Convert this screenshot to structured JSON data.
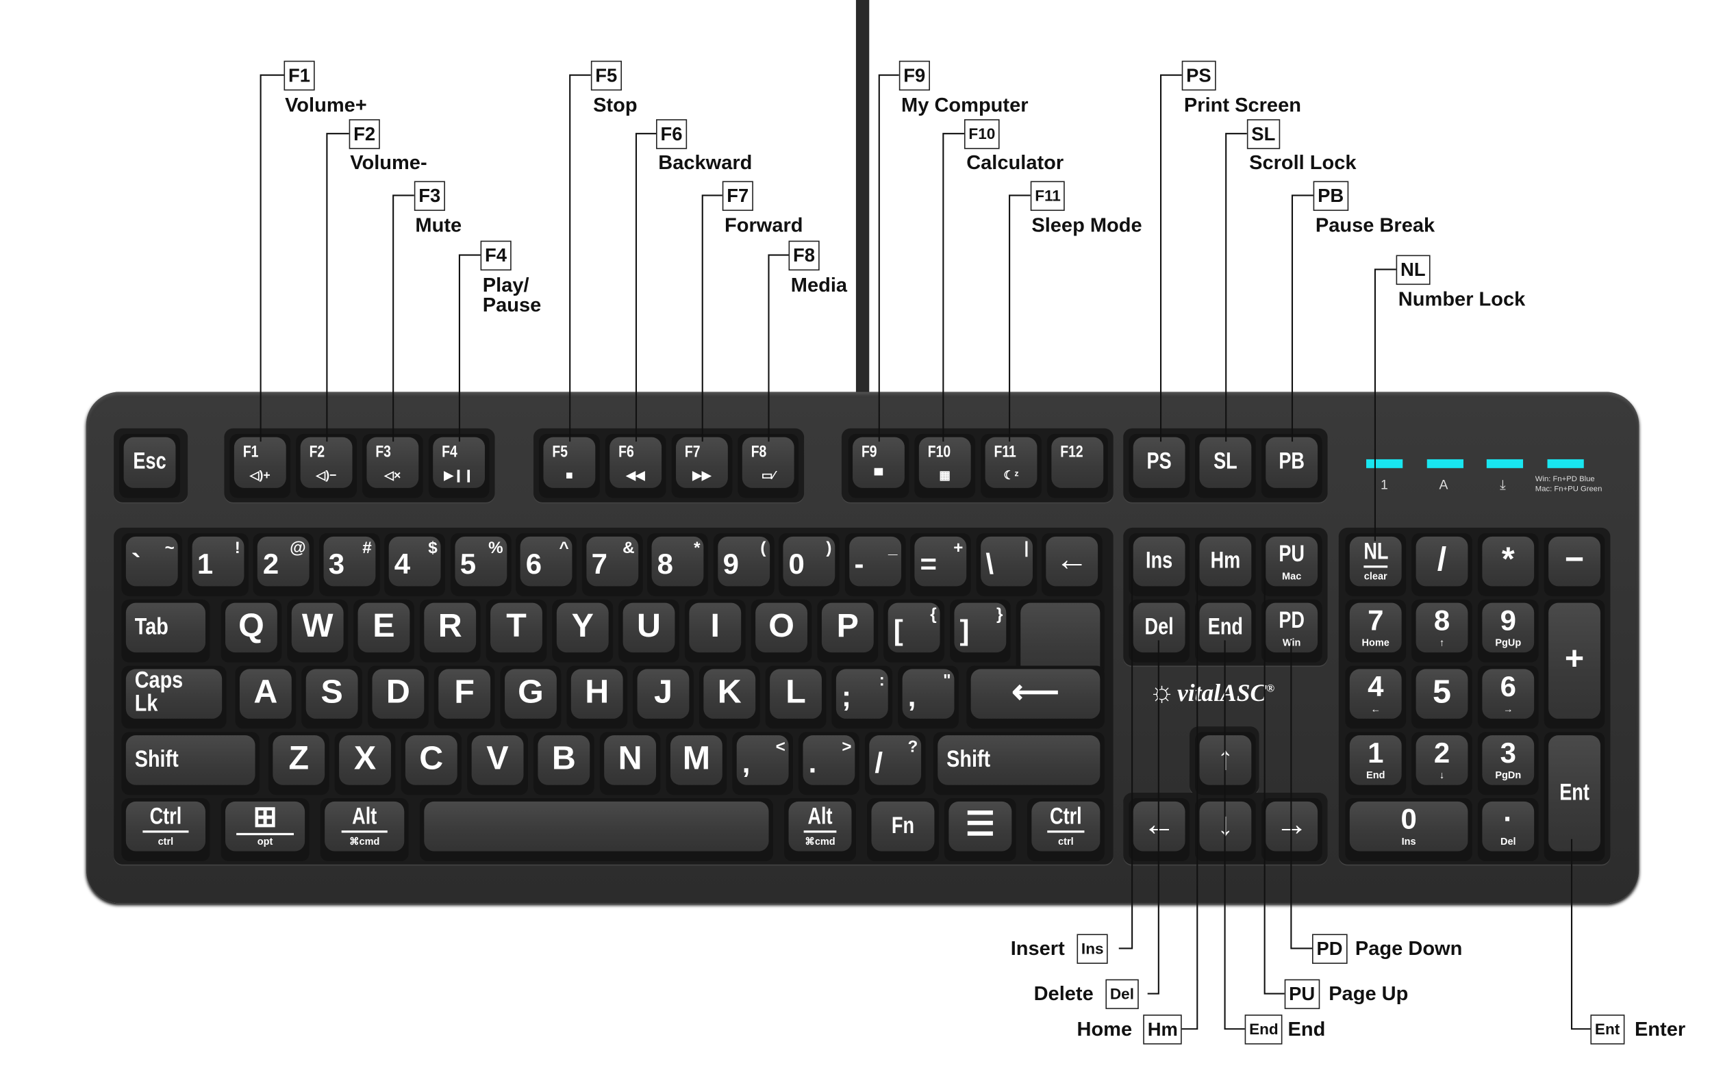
{
  "keyboard": {
    "brand": "vitalASC",
    "brand_mark": "®",
    "indicators": {
      "color": "#19e6f0",
      "labels": [
        "1",
        "A",
        "⤓"
      ],
      "note_lines": [
        "Win: Fn+PD Blue",
        "Mac: Fn+PU Green"
      ]
    },
    "rows": {
      "fn": [
        {
          "main": "Esc"
        },
        {
          "main": "F1",
          "sub": "◁)+",
          "icon": "volume-up-icon"
        },
        {
          "main": "F2",
          "sub": "◁)−",
          "icon": "volume-down-icon"
        },
        {
          "main": "F3",
          "sub": "◁×",
          "icon": "mute-icon"
        },
        {
          "main": "F4",
          "sub": "▶❙❙",
          "icon": "play-pause-icon"
        },
        {
          "main": "F5",
          "sub": "■",
          "icon": "stop-icon"
        },
        {
          "main": "F6",
          "sub": "◀◀",
          "icon": "previous-track-icon"
        },
        {
          "main": "F7",
          "sub": "▶▶",
          "icon": "next-track-icon"
        },
        {
          "main": "F8",
          "sub": "▭⁄",
          "icon": "media-icon"
        },
        {
          "main": "F9",
          "sub": "▀",
          "icon": "computer-icon"
        },
        {
          "main": "F10",
          "sub": "▦",
          "icon": "calculator-icon"
        },
        {
          "main": "F11",
          "sub": "☾ᶻ",
          "icon": "sleep-icon"
        },
        {
          "main": "F12"
        },
        {
          "main": "PS"
        },
        {
          "main": "SL"
        },
        {
          "main": "PB"
        }
      ],
      "num": [
        {
          "main": "`",
          "alt": "~"
        },
        {
          "main": "1",
          "alt": "!"
        },
        {
          "main": "2",
          "alt": "@"
        },
        {
          "main": "3",
          "alt": "#"
        },
        {
          "main": "4",
          "alt": "$"
        },
        {
          "main": "5",
          "alt": "%"
        },
        {
          "main": "6",
          "alt": "^"
        },
        {
          "main": "7",
          "alt": "&"
        },
        {
          "main": "8",
          "alt": "*"
        },
        {
          "main": "9",
          "alt": "("
        },
        {
          "main": "0",
          "alt": ")"
        },
        {
          "main": "-",
          "alt": "_"
        },
        {
          "main": "=",
          "alt": "+"
        },
        {
          "main": "\\",
          "alt": "|"
        },
        {
          "main": "←"
        },
        {
          "main": "Ins"
        },
        {
          "main": "Hm"
        },
        {
          "main": "PU",
          "sub": "Mac"
        },
        {
          "main": "NL",
          "sub": "clear"
        },
        {
          "main": "/"
        },
        {
          "main": "*"
        },
        {
          "main": "−"
        }
      ],
      "top": [
        {
          "main": "Tab"
        },
        {
          "main": "Q"
        },
        {
          "main": "W"
        },
        {
          "main": "E"
        },
        {
          "main": "R"
        },
        {
          "main": "T"
        },
        {
          "main": "Y"
        },
        {
          "main": "U"
        },
        {
          "main": "I"
        },
        {
          "main": "O"
        },
        {
          "main": "P"
        },
        {
          "main": "[",
          "alt": "{"
        },
        {
          "main": "]",
          "alt": "}"
        },
        {
          "main": "Del"
        },
        {
          "main": "End"
        },
        {
          "main": "PD",
          "sub": "Win"
        },
        {
          "main": "7",
          "sub": "Home"
        },
        {
          "main": "8",
          "sub": "↑"
        },
        {
          "main": "9",
          "sub": "PgUp"
        },
        {
          "main": "+"
        }
      ],
      "home": [
        {
          "main": "Caps Lk"
        },
        {
          "main": "A"
        },
        {
          "main": "S"
        },
        {
          "main": "D"
        },
        {
          "main": "F"
        },
        {
          "main": "G"
        },
        {
          "main": "H"
        },
        {
          "main": "J"
        },
        {
          "main": "K"
        },
        {
          "main": "L"
        },
        {
          "main": ";",
          "alt": ":"
        },
        {
          "main": ",",
          "alt": "\""
        },
        {
          "main": "⟵"
        },
        {
          "main": "4",
          "sub": "←"
        },
        {
          "main": "5"
        },
        {
          "main": "6",
          "sub": "→"
        }
      ],
      "shift": [
        {
          "main": "Shift"
        },
        {
          "main": "Z"
        },
        {
          "main": "X"
        },
        {
          "main": "C"
        },
        {
          "main": "V"
        },
        {
          "main": "B"
        },
        {
          "main": "N"
        },
        {
          "main": "M"
        },
        {
          "main": ",",
          "alt": "<"
        },
        {
          "main": ".",
          "alt": ">"
        },
        {
          "main": "/",
          "alt": "?"
        },
        {
          "main": "Shift"
        },
        {
          "main": "↑"
        },
        {
          "main": "1",
          "sub": "End"
        },
        {
          "main": "2",
          "sub": "↓"
        },
        {
          "main": "3",
          "sub": "PgDn"
        },
        {
          "main": "Ent"
        }
      ],
      "bottom": [
        {
          "main": "Ctrl",
          "sub": "ctrl"
        },
        {
          "main": "⊞",
          "sub": "opt",
          "icon": "windows-icon"
        },
        {
          "main": "Alt",
          "sub": "⌘cmd"
        },
        {
          "main": ""
        },
        {
          "main": "Alt",
          "sub": "⌘cmd"
        },
        {
          "main": "Fn"
        },
        {
          "main": "☰",
          "icon": "menu-icon"
        },
        {
          "main": "Ctrl",
          "sub": "ctrl"
        },
        {
          "main": "←"
        },
        {
          "main": "↓"
        },
        {
          "main": "→"
        },
        {
          "main": "0",
          "sub": "Ins"
        },
        {
          "main": "·",
          "sub": "Del"
        }
      ]
    }
  },
  "callouts": [
    {
      "label": "F1",
      "text": "Volume+"
    },
    {
      "label": "F2",
      "text": "Volume-"
    },
    {
      "label": "F3",
      "text": "Mute"
    },
    {
      "label": "F4",
      "text": "Play/\nPause"
    },
    {
      "label": "F5",
      "text": "Stop"
    },
    {
      "label": "F6",
      "text": "Backward"
    },
    {
      "label": "F7",
      "text": "Forward"
    },
    {
      "label": "F8",
      "text": "Media"
    },
    {
      "label": "F9",
      "text": "My Computer"
    },
    {
      "label": "F10",
      "text": "Calculator"
    },
    {
      "label": "F11",
      "text": "Sleep Mode"
    },
    {
      "label": "PS",
      "text": "Print Screen"
    },
    {
      "label": "SL",
      "text": "Scroll Lock"
    },
    {
      "label": "PB",
      "text": "Pause Break"
    },
    {
      "label": "NL",
      "text": "Number Lock"
    },
    {
      "label": "Ins",
      "text": "Insert"
    },
    {
      "label": "Del",
      "text": "Delete"
    },
    {
      "label": "Hm",
      "text": "Home"
    },
    {
      "label": "End",
      "text": "End"
    },
    {
      "label": "PU",
      "text": "Page Up"
    },
    {
      "label": "PD",
      "text": "Page Down"
    },
    {
      "label": "Ent",
      "text": "Enter"
    }
  ]
}
